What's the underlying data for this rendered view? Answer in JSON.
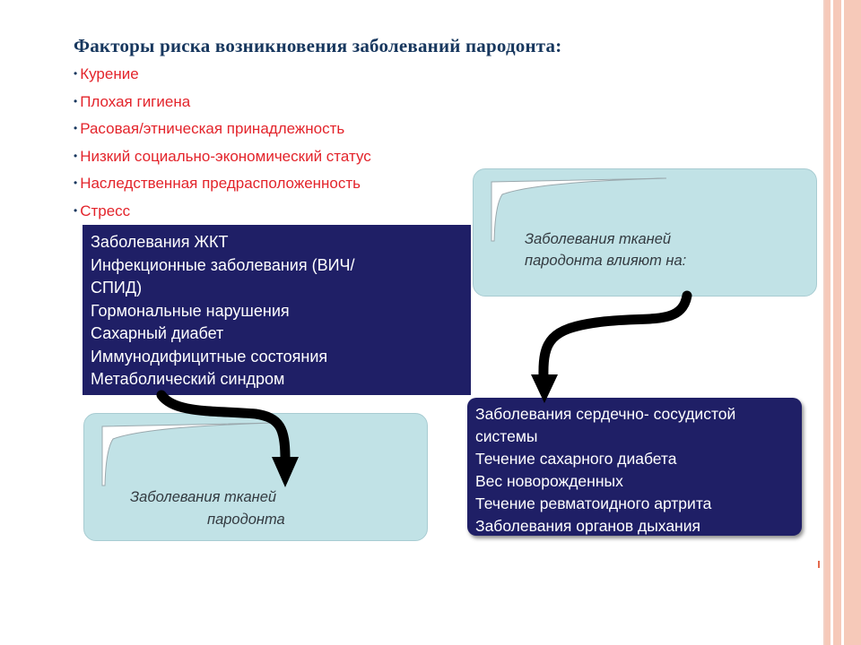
{
  "title": "Факторы риска возникновения заболеваний пародонта:",
  "risk_factors": [
    "Курение",
    "Плохая гигиена",
    "Расовая/этническая принадлежность",
    "Низкий социально-экономический статус",
    "Наследственная предрасположенность",
    "Стресс"
  ],
  "systemic_diseases": [
    "Заболевания ЖКТ",
    "Инфекционные заболевания (ВИЧ/",
    "СПИД)",
    "Гормональные нарушения",
    "Сахарный диабет",
    "Иммунодифицитные состояния",
    "Метаболический синдром"
  ],
  "effects_box": {
    "line1": "Заболевания тканей",
    "line2": "пародонта влияют на:"
  },
  "periodontal_box": {
    "line1": "Заболевания тканей",
    "line2": "пародонта"
  },
  "affected_conditions": [
    "Заболевания сердечно- сосудистой",
    "системы",
    "Течение сахарного диабета",
    "Вес новорожденных",
    "Течение ревматоидного артрита",
    "Заболевания органов дыхания"
  ],
  "colors": {
    "title": "#17375e",
    "risk_text": "#e3242b",
    "dark_box": "#1f1f66",
    "light_box": "#c1e2e6",
    "frame": "#f6c9b9"
  }
}
